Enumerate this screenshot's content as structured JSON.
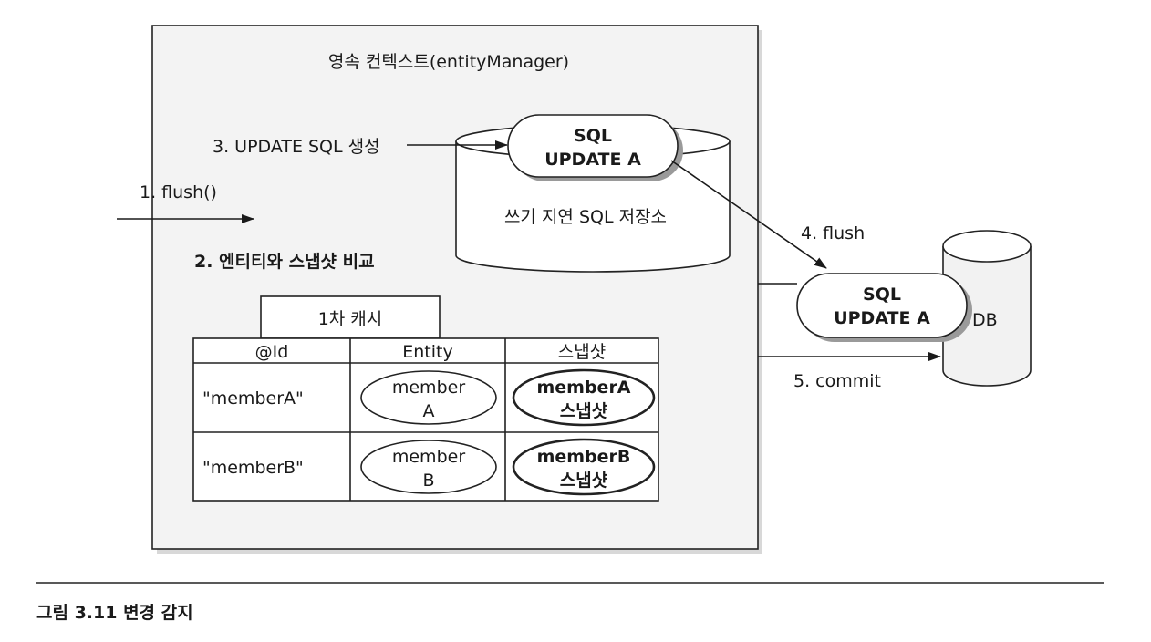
{
  "context": {
    "title": "영속 컨텍스트(entityManager)"
  },
  "steps": {
    "flush_call": "1. flush()",
    "compare": "2. 엔티티와 스냅샷 비교",
    "generate": "3. UPDATE SQL 생성",
    "flush": "4. flush",
    "commit": "5. commit"
  },
  "write_store": {
    "label": "쓰기 지연 SQL 저장소",
    "sql_line1": "SQL",
    "sql_line2": "UPDATE A"
  },
  "db": {
    "label": "DB",
    "sql_line1": "SQL",
    "sql_line2": "UPDATE A"
  },
  "cache": {
    "title": "1차 캐시",
    "headers": [
      "@Id",
      "Entity",
      "스냅샷"
    ],
    "rows": [
      {
        "id": "\"memberA\"",
        "entity_line1": "member",
        "entity_line2": "A",
        "snap_line1": "memberA",
        "snap_line2": "스냅샷"
      },
      {
        "id": "\"memberB\"",
        "entity_line1": "member",
        "entity_line2": "B",
        "snap_line1": "memberB",
        "snap_line2": "스냅샷"
      }
    ]
  },
  "caption": "그림 3.11 변경 감지"
}
